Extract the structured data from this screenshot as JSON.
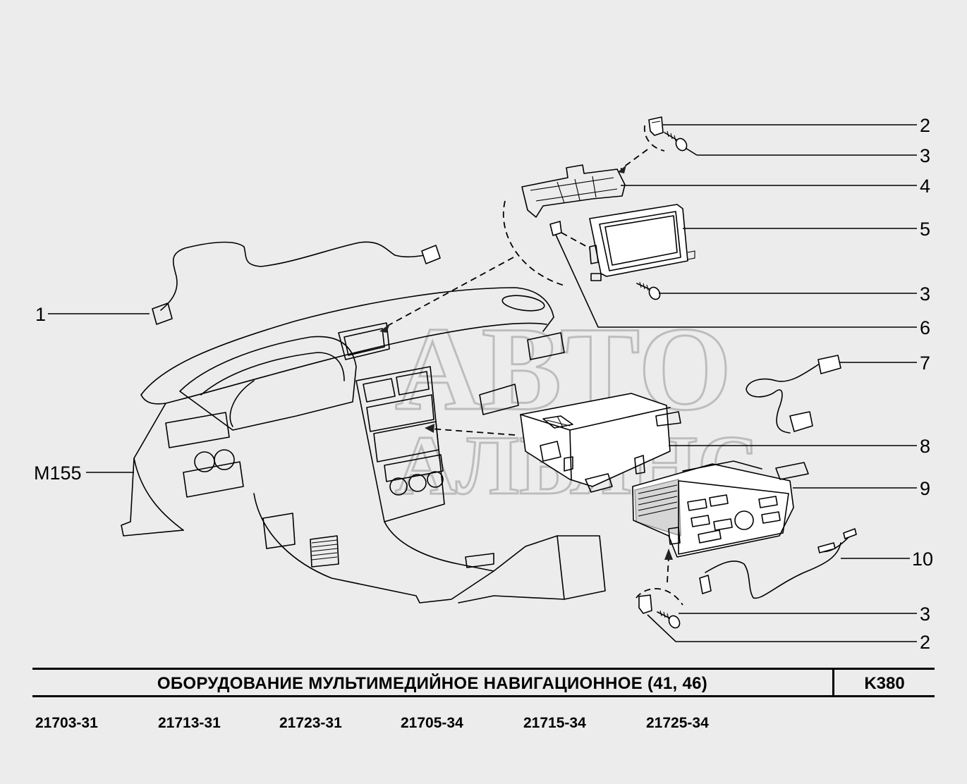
{
  "watermark": {
    "line1": "АВТО",
    "line2": "АЛЬЯНС"
  },
  "callouts": {
    "c1": "1",
    "c2_top": "2",
    "c3_top": "3",
    "c4": "4",
    "c5": "5",
    "c3_mid": "3",
    "c6": "6",
    "c7": "7",
    "cM155": "M155",
    "c8": "8",
    "c9": "9",
    "c10": "10",
    "c3_bottom": "3",
    "c2_bottom": "2"
  },
  "title_block": {
    "title": "ОБОРУДОВАНИЕ  МУЛЬТИМЕДИЙНОЕ  НАВИГАЦИОННОЕ (41, 46)",
    "code": "K380"
  },
  "models": [
    "21703-31",
    "21713-31",
    "21723-31",
    "21705-34",
    "21715-34",
    "21725-34"
  ],
  "colors": {
    "background": "#ececec",
    "line": "#000000",
    "watermark": "#bdbdbd"
  }
}
